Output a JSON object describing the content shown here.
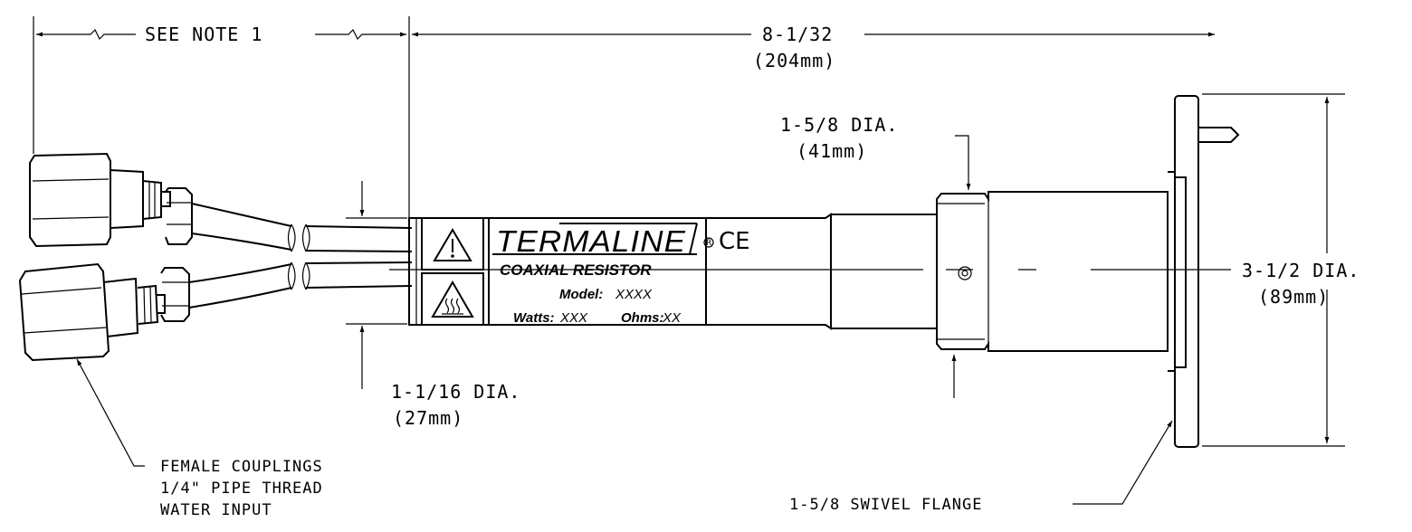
{
  "dimensions": {
    "hose_length": "SEE NOTE 1",
    "overall_length_in": "8-1/32",
    "overall_length_mm": "(204mm)",
    "body_dia_in": "1-5/8 DIA.",
    "body_dia_mm": "(41mm)",
    "flange_dia_in": "3-1/2 DIA.",
    "flange_dia_mm": "(89mm)",
    "tube_dia_in": "1-1/16 DIA.",
    "tube_dia_mm": "(27mm)"
  },
  "callouts": {
    "couplings_line1": "FEMALE COUPLINGS",
    "couplings_line2": "1/4\" PIPE THREAD",
    "couplings_line3": "WATER INPUT",
    "flange": "1-5/8 SWIVEL FLANGE"
  },
  "label": {
    "brand": "TERMALINE",
    "registered": "R",
    "product": "COAXIAL RESISTOR",
    "model_label": "Model:",
    "model_value": "XXXX",
    "watts_label": "Watts:",
    "watts_value": "XXX",
    "ohms_label": "Ohms:",
    "ohms_value": "XX",
    "ce_mark": "CE"
  },
  "icons": [
    "warning-triangle-icon",
    "hot-surface-icon"
  ]
}
